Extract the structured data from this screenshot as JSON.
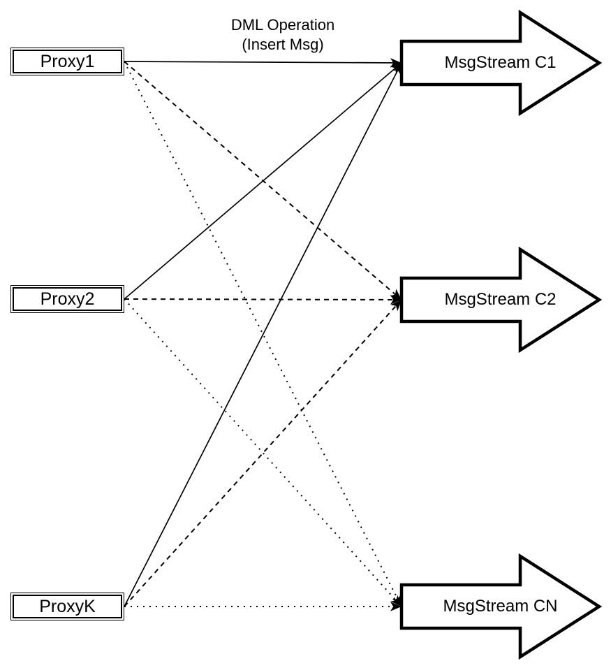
{
  "diagram": {
    "annotation": {
      "line1": "DML Operation",
      "line2": "(Insert Msg)"
    },
    "proxies": [
      {
        "id": "proxy1",
        "label": "Proxy1"
      },
      {
        "id": "proxy2",
        "label": "Proxy2"
      },
      {
        "id": "proxyk",
        "label": "ProxyK"
      }
    ],
    "streams": [
      {
        "id": "c1",
        "label": "MsgStream C1"
      },
      {
        "id": "c2",
        "label": "MsgStream C2"
      },
      {
        "id": "cn",
        "label": "MsgStream CN"
      }
    ],
    "edges": [
      {
        "from": "proxy1",
        "to": "c1",
        "style": "solid"
      },
      {
        "from": "proxy1",
        "to": "c2",
        "style": "dashed"
      },
      {
        "from": "proxy1",
        "to": "cn",
        "style": "dotted"
      },
      {
        "from": "proxy2",
        "to": "c1",
        "style": "solid"
      },
      {
        "from": "proxy2",
        "to": "c2",
        "style": "dashed"
      },
      {
        "from": "proxy2",
        "to": "cn",
        "style": "dotted"
      },
      {
        "from": "proxyk",
        "to": "c1",
        "style": "solid"
      },
      {
        "from": "proxyk",
        "to": "c2",
        "style": "dashed"
      },
      {
        "from": "proxyk",
        "to": "cn",
        "style": "dotted"
      }
    ],
    "colors": {
      "stroke": "#000000",
      "fill": "#ffffff"
    }
  }
}
